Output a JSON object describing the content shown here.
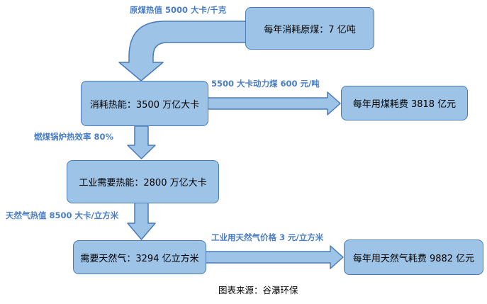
{
  "colors": {
    "node_fill": "#9dc3e6",
    "node_border": "#4a7ab8",
    "arrow_fill": "#9dc3e6",
    "arrow_border": "#4a7ab8",
    "label_text": "#4a7ec4"
  },
  "nodes": {
    "annual_raw_coal": "每年消耗原煤：7 亿吨",
    "heat_consumption": "消耗热能：3500 万亿大卡",
    "annual_coal_cost": "每年用煤耗费 3818 亿元",
    "industrial_heat_demand": "工业需要热能：2800 万亿大卡",
    "gas_required": "需要天然气：3294 亿立方米",
    "annual_gas_cost": "每年用天然气耗费 9882 亿元"
  },
  "edge_labels": {
    "raw_coal_heat_value": "原煤热值 5000 大卡/千克",
    "thermal_coal_price": "5500 大卡动力煤 600 元/吨",
    "boiler_efficiency": "燃煤锅炉热效率 80%",
    "gas_heat_value": "天然气热值 8500 大卡/立方米",
    "industrial_gas_price": "工业用天然气价格 3 元/立方米"
  },
  "caption": "图表来源：谷瀑环保"
}
